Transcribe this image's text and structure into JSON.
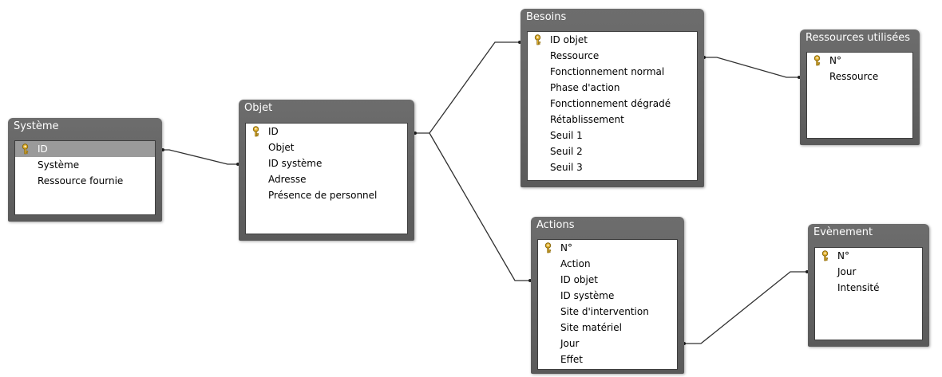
{
  "tables": [
    {
      "id": "systeme",
      "title": "Système",
      "fields": [
        {
          "name": "ID",
          "key": true,
          "selected": true
        },
        {
          "name": "Système"
        },
        {
          "name": "Ressource fournie"
        }
      ]
    },
    {
      "id": "objet",
      "title": "Objet",
      "fields": [
        {
          "name": "ID",
          "key": true
        },
        {
          "name": "Objet"
        },
        {
          "name": "ID système"
        },
        {
          "name": "Adresse"
        },
        {
          "name": "Présence de personnel"
        }
      ]
    },
    {
      "id": "besoins",
      "title": "Besoins",
      "fields": [
        {
          "name": "ID objet",
          "key": true
        },
        {
          "name": "Ressource"
        },
        {
          "name": "Fonctionnement normal"
        },
        {
          "name": "Phase d'action"
        },
        {
          "name": "Fonctionnement dégradé"
        },
        {
          "name": "Rétablissement"
        },
        {
          "name": "Seuil 1"
        },
        {
          "name": "Seuil 2"
        },
        {
          "name": "Seuil 3"
        }
      ]
    },
    {
      "id": "ressources",
      "title": "Ressources utilisées",
      "fields": [
        {
          "name": "N°",
          "key": true
        },
        {
          "name": "Ressource"
        }
      ]
    },
    {
      "id": "actions",
      "title": "Actions",
      "fields": [
        {
          "name": "N°",
          "key": true
        },
        {
          "name": "Action"
        },
        {
          "name": "ID objet"
        },
        {
          "name": "ID système"
        },
        {
          "name": "Site d'intervention"
        },
        {
          "name": "Site matériel"
        },
        {
          "name": "Jour"
        },
        {
          "name": "Effet"
        }
      ]
    },
    {
      "id": "evenement",
      "title": "Evènement",
      "fields": [
        {
          "name": "N°",
          "key": true
        },
        {
          "name": "Jour"
        },
        {
          "name": "Intensité"
        }
      ]
    }
  ],
  "colors": {
    "title_bar": "#636363",
    "selected_row": "#9a9a9a",
    "key_icon": "#e3b22e",
    "link_line": "#303030"
  },
  "icons": {
    "primary_key": "key-icon"
  }
}
